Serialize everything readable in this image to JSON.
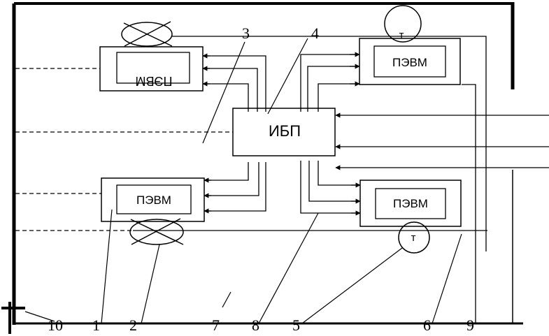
{
  "labels": {
    "pc": "ПЭВМ",
    "pc_mirrored": "ПЭВМ",
    "ups": "ИБП",
    "sensor": "т"
  },
  "callouts": [
    "10",
    "1",
    "2",
    "7",
    "8",
    "5",
    "6",
    "9",
    "3",
    "4"
  ],
  "colors": {
    "ink": "#000000",
    "background": "#ffffff"
  }
}
